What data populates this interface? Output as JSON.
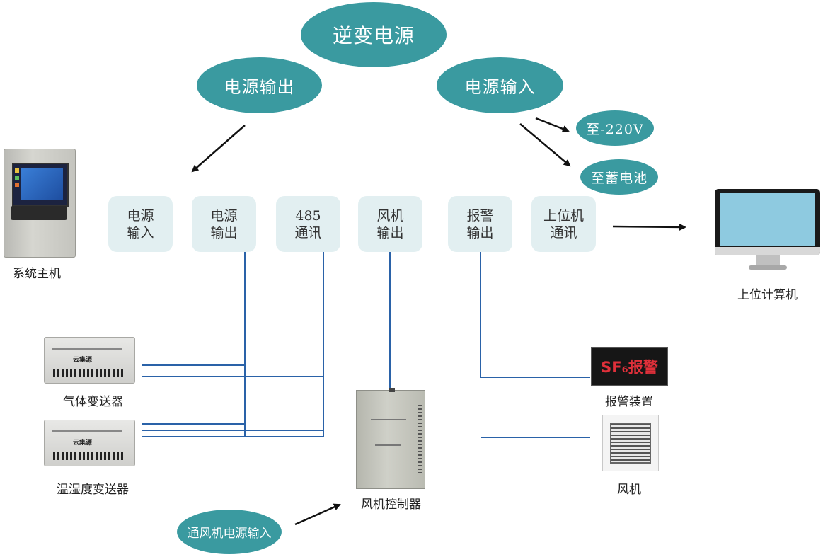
{
  "ellipses": {
    "inverter": "逆变电源",
    "power_output": "电源输出",
    "power_input": "电源输入",
    "to_220v": "至-220V",
    "to_battery": "至蓄电池",
    "fan_power_input": "通风机电源输入"
  },
  "ports": [
    {
      "line1": "电源",
      "line2": "输入"
    },
    {
      "line1": "电源",
      "line2": "输出"
    },
    {
      "line1": "485",
      "line2": "通讯"
    },
    {
      "line1": "风机",
      "line2": "输出"
    },
    {
      "line1": "报警",
      "line2": "输出"
    },
    {
      "line1": "上位机",
      "line2": "通讯"
    }
  ],
  "devices": {
    "host": {
      "caption": "系统主机"
    },
    "computer": {
      "caption": "上位计算机"
    },
    "gas_transmitter": {
      "caption": "气体变送器",
      "brand": "云集源"
    },
    "th_transmitter": {
      "caption": "温湿度变送器",
      "brand": "云集源"
    },
    "fan_controller": {
      "caption": "风机控制器"
    },
    "alarm": {
      "caption": "报警装置",
      "sign_text": "SF₆报警",
      "sign_color": "#e0303a"
    },
    "fan": {
      "caption": "风机"
    }
  },
  "colors": {
    "ellipse": "#3a9aa0",
    "port_box": "#e2eff1",
    "wire": "#2a62a8",
    "arrow": "#111111"
  }
}
